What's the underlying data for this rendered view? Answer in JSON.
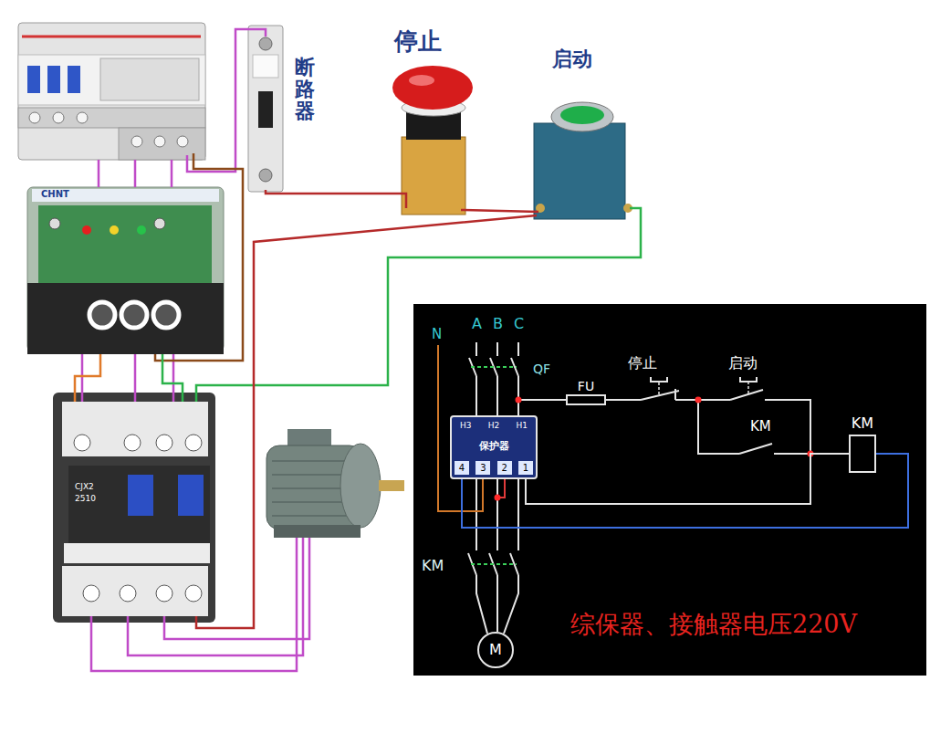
{
  "diagram": {
    "nodes": [
      {
        "text": [
          "H3",
          "H2",
          "H1",
          "保护器",
          "4",
          "3",
          "2",
          "1"
        ]
      },
      {
        "text": [
          "FU"
        ]
      },
      {
        "text": [
          "KM"
        ]
      },
      {
        "text": [
          "M"
        ]
      }
    ],
    "edges": [
      {
        "from": 0,
        "to": 2,
        "arrow": "none"
      },
      {
        "from": 0,
        "to": 2,
        "arrow": "none"
      }
    ],
    "labels": [
      "断路器",
      "停止",
      "启动",
      "CHNT",
      "CJX2",
      "2510",
      "N",
      "A",
      "B",
      "C",
      "QF",
      "停止",
      "启动",
      "KM",
      "KM",
      "综保器、接触器电压220V"
    ]
  }
}
